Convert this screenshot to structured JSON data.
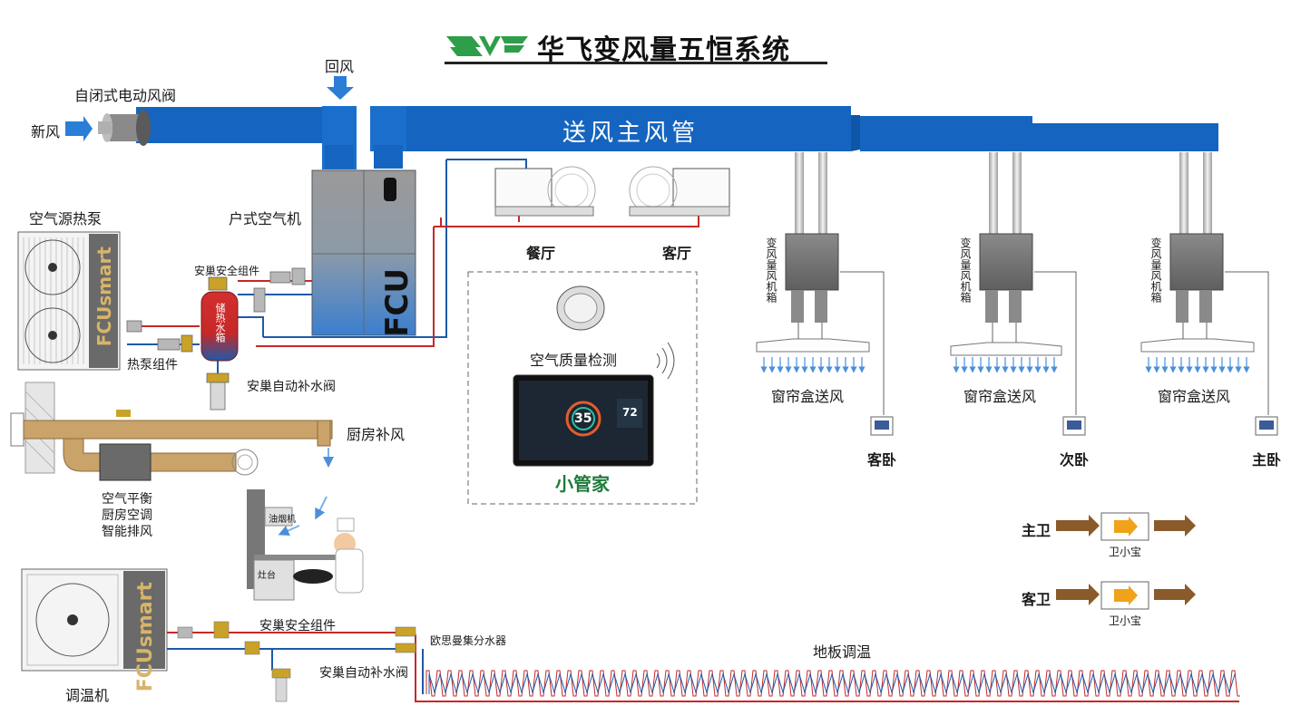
{
  "title": "华飞变风量五恒系统",
  "labels": {
    "fresh_air": "新风",
    "self_closing_damper": "自闭式电动风阀",
    "return_air": "回风",
    "main_duct": "送风主风管",
    "air_source_heat_pump": "空气源热泵",
    "household_ahu": "户式空气机",
    "heat_pump_set": "热泵组件",
    "safety_set_top": "安巢安全组件",
    "storage_tank": "储热水箱",
    "auto_refill_top": "安巢自动补水阀",
    "kitchen_makeup": "厨房补风",
    "kitchen_device": "空气平衡\n厨房空调\n智能排风",
    "kitchen_line1": "空气平衡",
    "kitchen_line2": "厨房空调",
    "kitchen_line3": "智能排风",
    "dining": "餐厅",
    "living": "客厅",
    "aq_monitor": "空气质量检测",
    "xiaoguanjia": "小管家",
    "vav_box_1": "变风量风机箱",
    "vav_box_2": "变风量风机箱",
    "vav_box_3": "变风量风机箱",
    "curtain_1": "窗帘盒送风",
    "curtain_2": "窗帘盒送风",
    "curtain_3": "窗帘盒送风",
    "room_guest_bed": "客卧",
    "room_second_bed": "次卧",
    "room_master_bed": "主卧",
    "master_bath": "主卫",
    "guest_bath": "客卫",
    "wei_xiaobao_1": "卫小宝",
    "wei_xiaobao_2": "卫小宝",
    "temp_unit": "调温机",
    "safety_set_bottom": "安巢安全组件",
    "auto_refill_bottom": "安巢自动补水阀",
    "manifold": "欧思曼集分水器",
    "floor_temp": "地板调温",
    "fcu_unit": "FCU",
    "fcu_smart_brand": "FCUsmart",
    "hood_label": "油烟机",
    "stove_label": "灶台",
    "panel_temp": "35",
    "panel_humidity": "72"
  },
  "colors": {
    "duct_blue": "#1565c0",
    "duct_blue_light": "#2f7fd1",
    "pipe_red": "#c62828",
    "pipe_blue": "#1e5aa8",
    "brand_green": "#1f7a3a",
    "bath_arrow": "#8b5a2b",
    "kitchen_duct": "#c9a36a"
  }
}
